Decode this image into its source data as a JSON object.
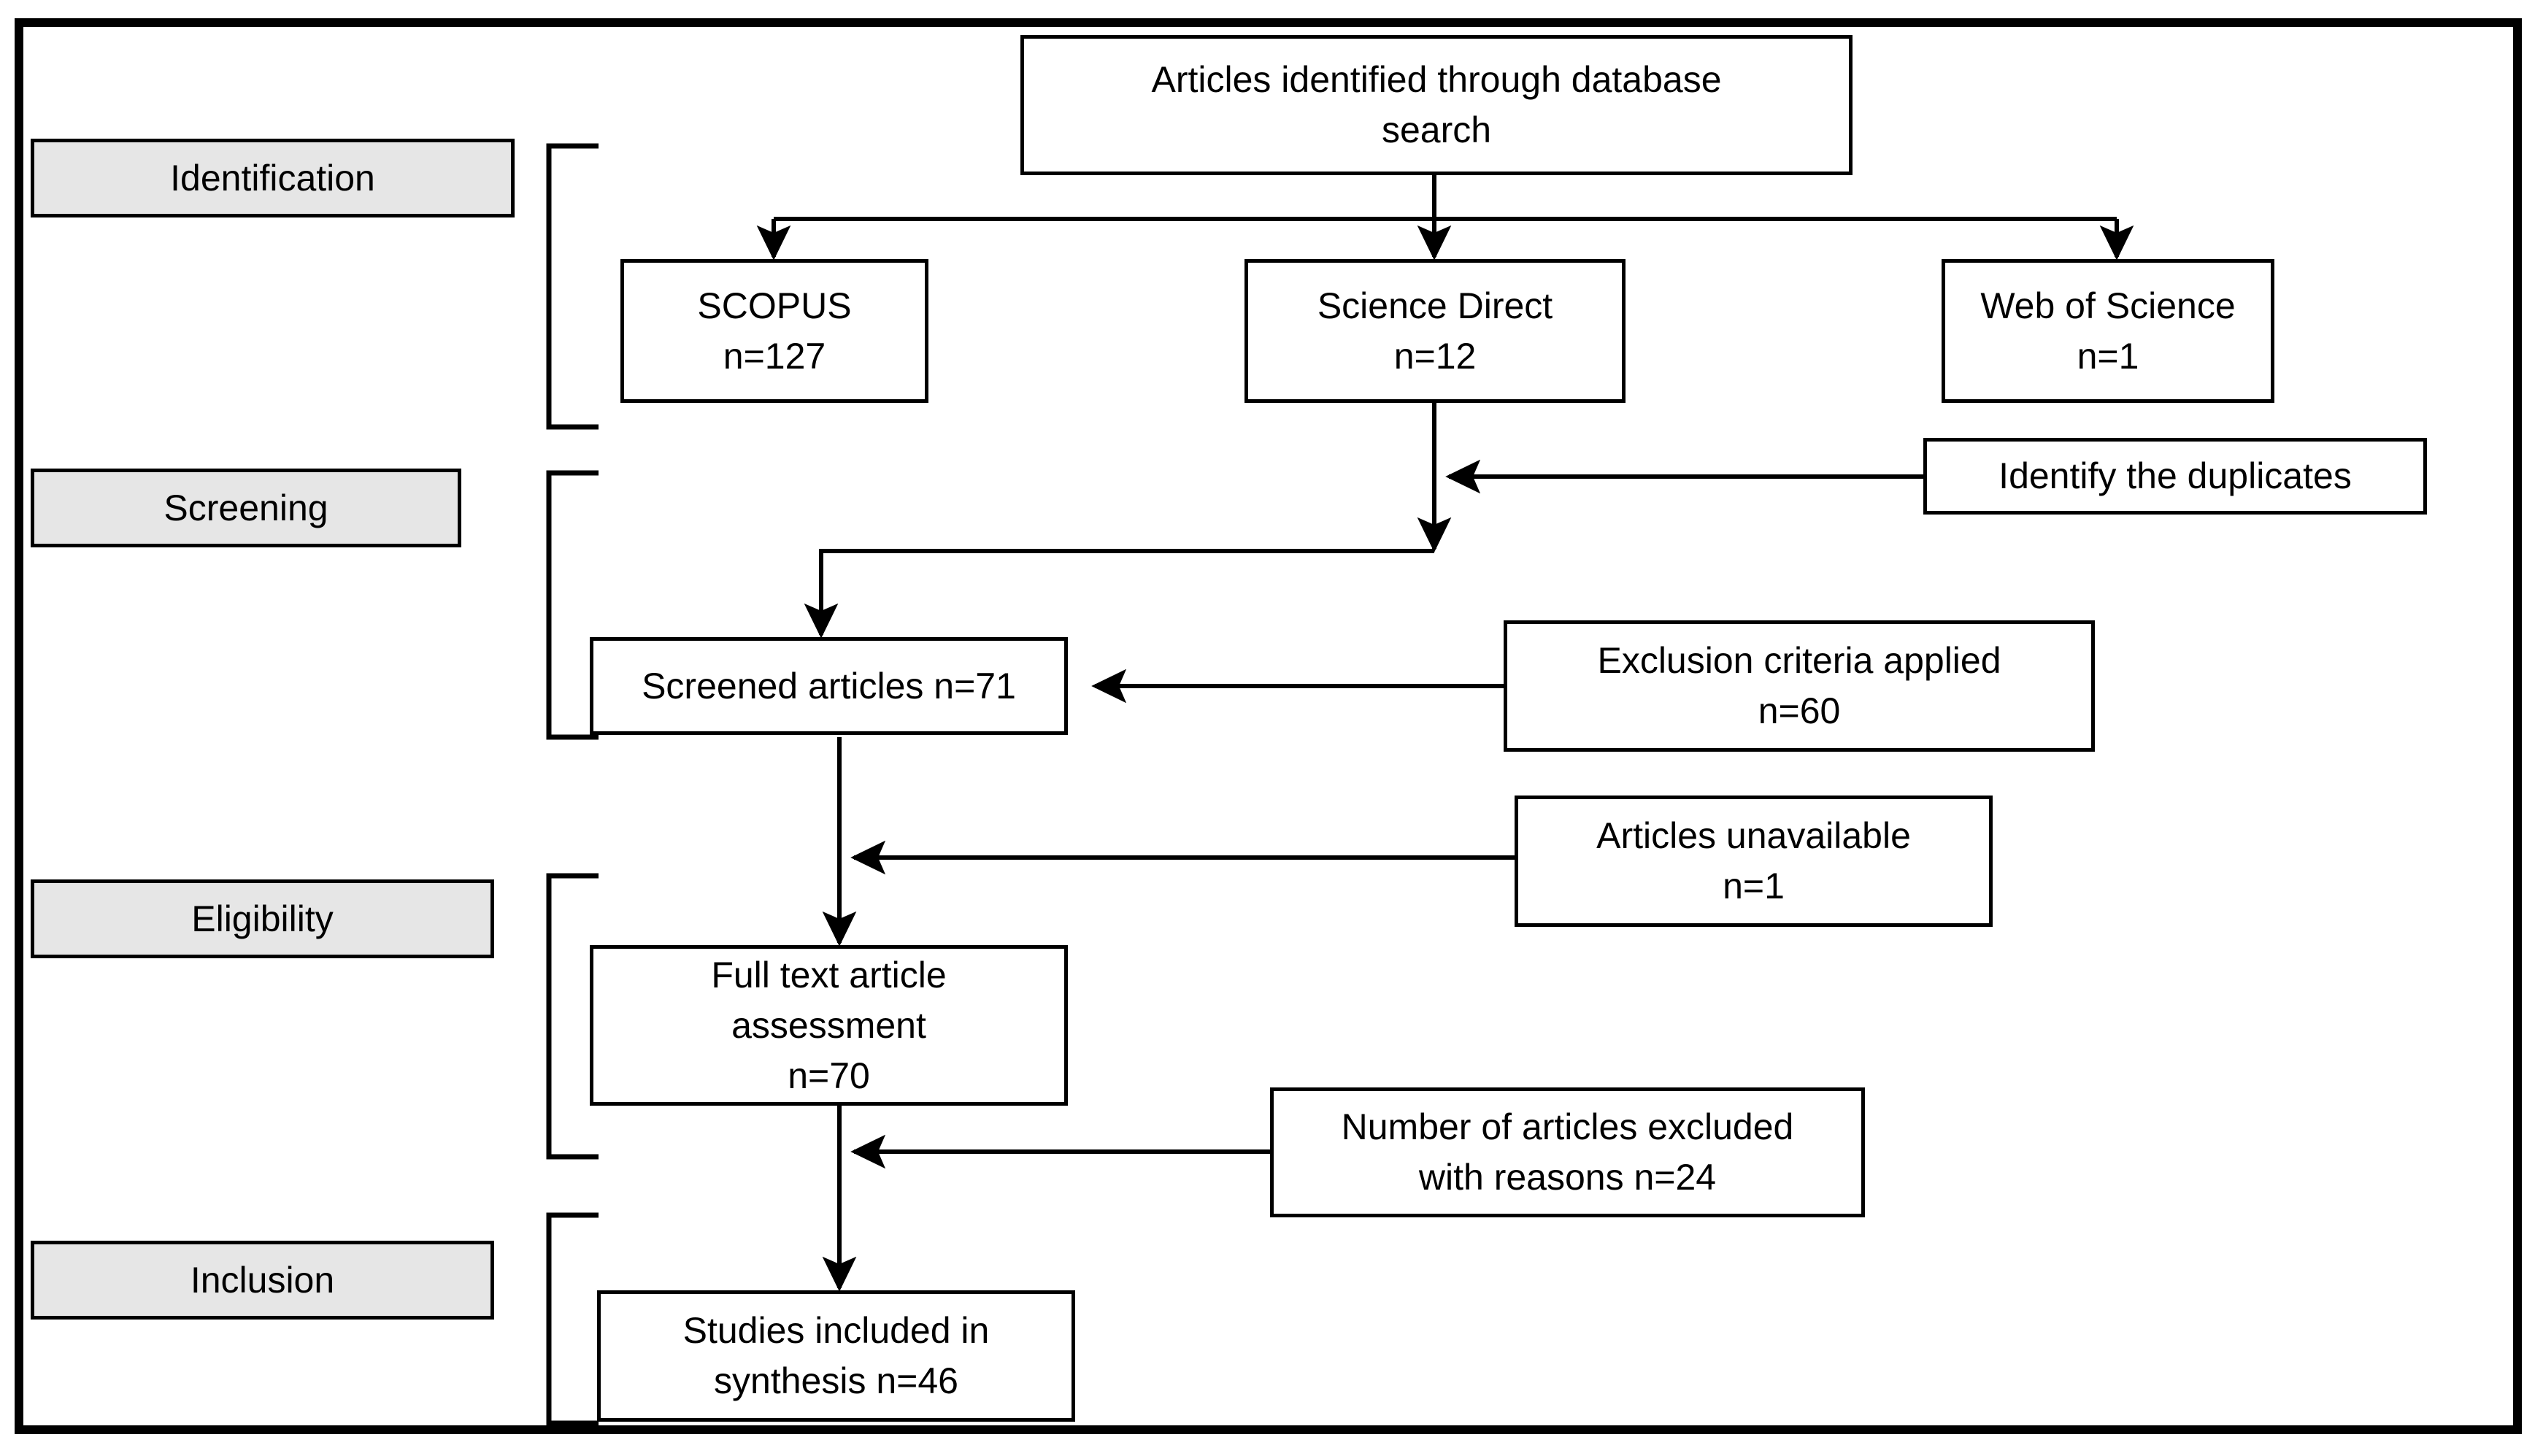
{
  "diagram": {
    "type": "prisma-flow-diagram",
    "title": "PRISMA study selection flow diagram",
    "colors": {
      "frame": "#000000",
      "box_border": "#000000",
      "box_fill": "#ffffff",
      "stage_label_fill": "#e6e6e6",
      "text": "#000000",
      "connector": "#000000"
    }
  },
  "stages": [
    {
      "id": "identification",
      "label": "Identification"
    },
    {
      "id": "screening",
      "label": "Screening"
    },
    {
      "id": "eligibility",
      "label": "Eligibility"
    },
    {
      "id": "inclusion",
      "label": "Inclusion"
    }
  ],
  "boxes": {
    "database_search": {
      "line1": "Articles identified through database",
      "line2": "search"
    },
    "scopus": {
      "line1": "SCOPUS",
      "line2": "n=127"
    },
    "science_direct": {
      "line1": "Science Direct",
      "line2": "n=12"
    },
    "web_of_science": {
      "line1": "Web of Science",
      "line2": "n=1"
    },
    "identify_duplicates": {
      "line1": "Identify the duplicates"
    },
    "screened_articles": {
      "line1": "Screened articles n=71"
    },
    "exclusion_criteria": {
      "line1": "Exclusion criteria applied",
      "line2": "n=60"
    },
    "articles_unavailable": {
      "line1": "Articles unavailable",
      "line2": "n=1"
    },
    "full_text_assessment": {
      "line1": "Full text article",
      "line2": "assessment",
      "line3": "n=70"
    },
    "articles_excluded": {
      "line1": "Number of articles excluded",
      "line2": "with reasons n=24"
    },
    "studies_included": {
      "line1": "Studies included in",
      "line2": "synthesis n=46"
    }
  },
  "chart_data": {
    "type": "diagram",
    "title": "PRISMA study selection flow diagram",
    "nodes": [
      {
        "id": "database_search",
        "label": "Articles identified through database search",
        "n": null,
        "stage": "identification"
      },
      {
        "id": "scopus",
        "label": "SCOPUS",
        "n": 127,
        "stage": "identification"
      },
      {
        "id": "science_direct",
        "label": "Science Direct",
        "n": 12,
        "stage": "identification"
      },
      {
        "id": "web_of_science",
        "label": "Web of Science",
        "n": 1,
        "stage": "identification"
      },
      {
        "id": "identify_duplicates",
        "label": "Identify the duplicates",
        "n": null,
        "stage": "screening"
      },
      {
        "id": "screened_articles",
        "label": "Screened articles",
        "n": 71,
        "stage": "screening"
      },
      {
        "id": "exclusion_criteria",
        "label": "Exclusion criteria applied",
        "n": 60,
        "stage": "screening"
      },
      {
        "id": "articles_unavailable",
        "label": "Articles unavailable",
        "n": 1,
        "stage": "eligibility"
      },
      {
        "id": "full_text_assessment",
        "label": "Full text article assessment",
        "n": 70,
        "stage": "eligibility"
      },
      {
        "id": "articles_excluded",
        "label": "Number of articles excluded with reasons",
        "n": 24,
        "stage": "eligibility"
      },
      {
        "id": "studies_included",
        "label": "Studies included in synthesis",
        "n": 46,
        "stage": "inclusion"
      }
    ],
    "edges": [
      {
        "from": "database_search",
        "to": "scopus"
      },
      {
        "from": "database_search",
        "to": "science_direct"
      },
      {
        "from": "database_search",
        "to": "web_of_science"
      },
      {
        "from": "identify_duplicates",
        "to": "science_direct_stream"
      },
      {
        "from": "science_direct",
        "to": "screened_articles"
      },
      {
        "from": "exclusion_criteria",
        "to": "screened_articles"
      },
      {
        "from": "screened_articles",
        "to": "full_text_assessment"
      },
      {
        "from": "articles_unavailable",
        "to": "screened_to_fulltext_stream"
      },
      {
        "from": "full_text_assessment",
        "to": "studies_included"
      },
      {
        "from": "articles_excluded",
        "to": "fulltext_to_included_stream"
      }
    ]
  }
}
